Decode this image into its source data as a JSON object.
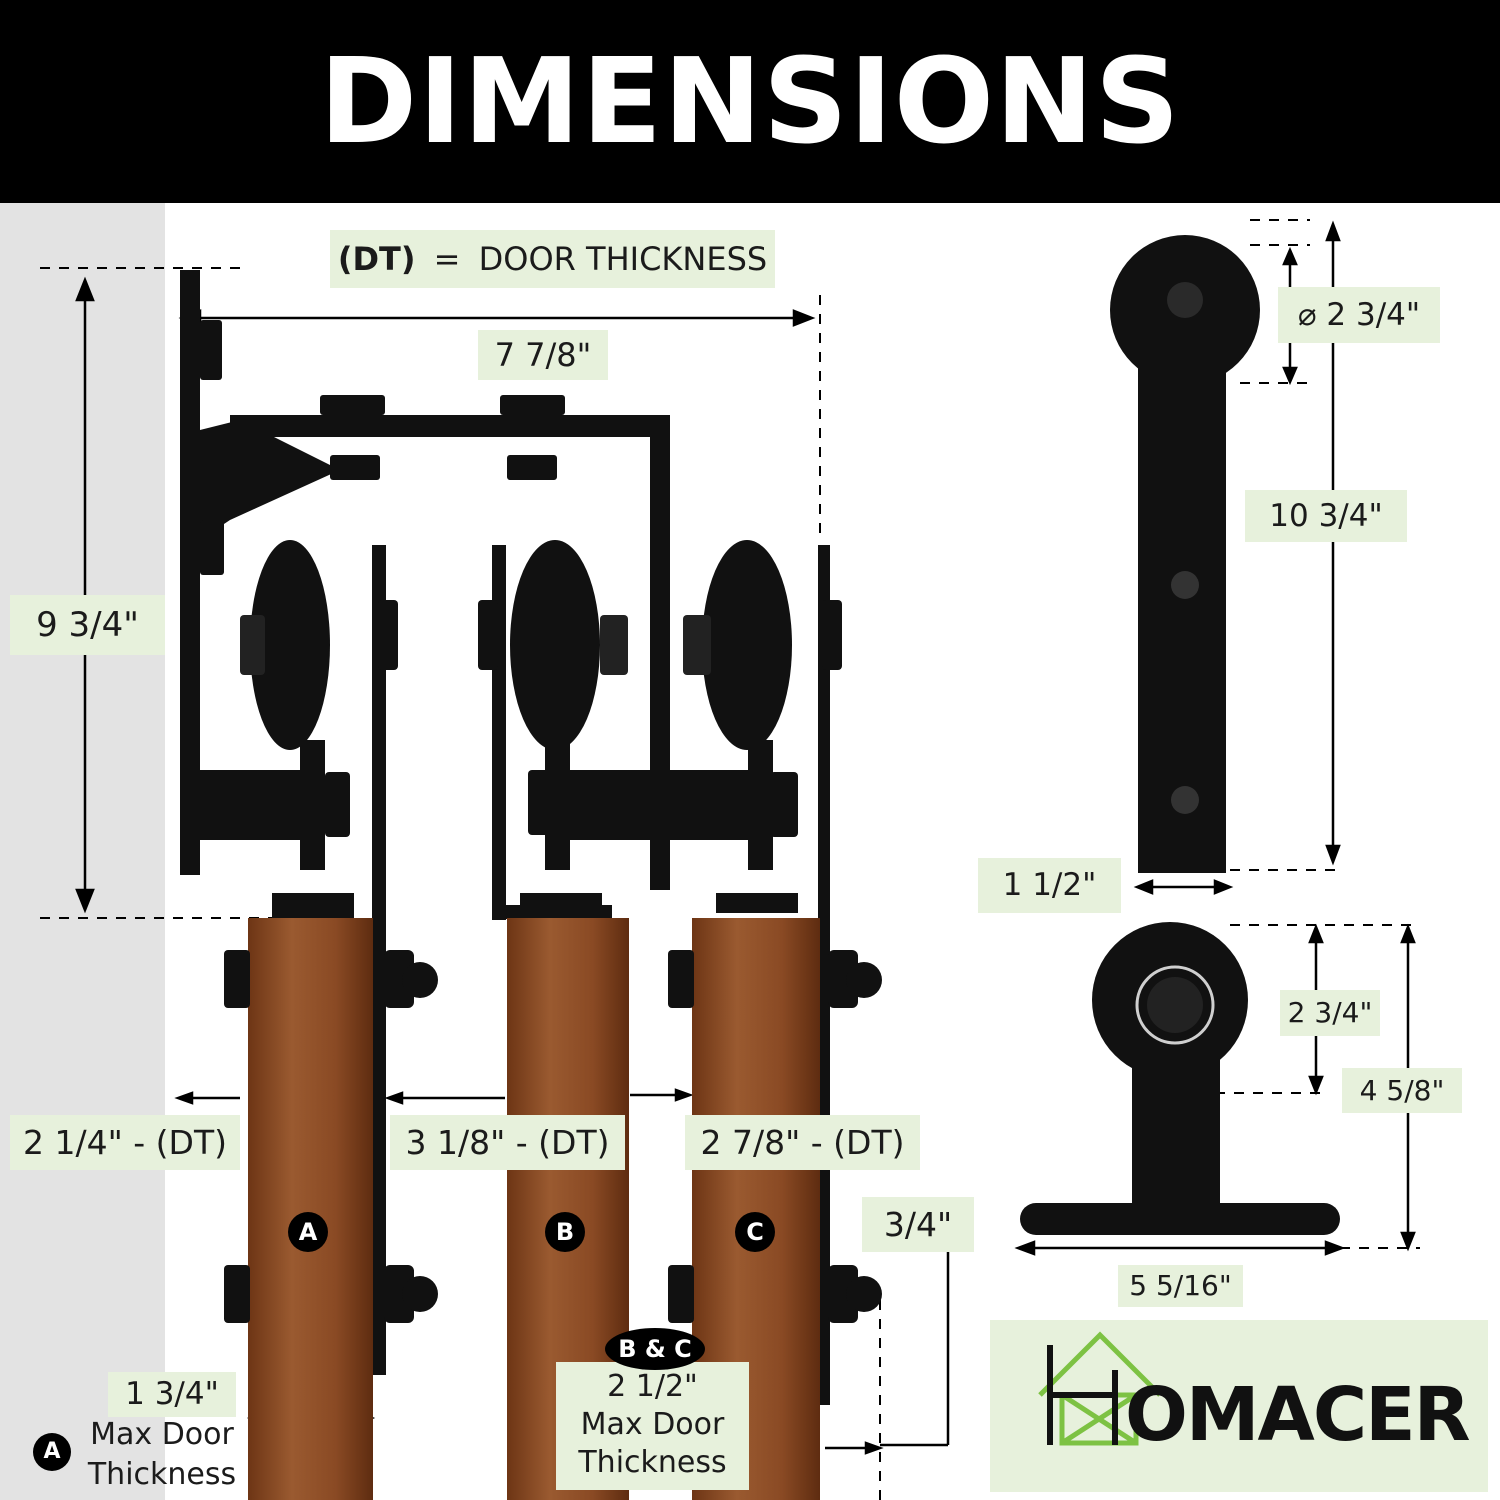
{
  "header": {
    "title": "DIMENSIONS"
  },
  "legend": {
    "dt_abbrev": "(DT)",
    "equals": "=",
    "dt_meaning": "DOOR THICKNESS"
  },
  "dimensions": {
    "bracket_width": "7 7/8\"",
    "bracket_height": "9 3/4\"",
    "gap_a": "2 1/4\" - (DT)",
    "gap_b": "3 1/8\" - (DT)",
    "gap_c": "2 7/8\" - (DT)",
    "offset": "3/4\"",
    "door_a_thickness": "1 3/4\"",
    "door_bc_thickness": "2 1/2\"",
    "wheel_diameter": "⌀ 2 3/4\"",
    "hanger_length": "10 3/4\"",
    "strap_width": "1 1/2\"",
    "guide_wheel": "2 3/4\"",
    "guide_height": "4 5/8\"",
    "guide_base": "5 5/16\""
  },
  "doors": {
    "a": "A",
    "b": "B",
    "c": "C",
    "bc": "B & C"
  },
  "notes": {
    "max_a_line1": "Max Door",
    "max_a_line2": "Thickness",
    "max_bc_line1": "Max Door",
    "max_bc_line2": "Thickness"
  },
  "brand": {
    "name": "OMACER"
  },
  "colors": {
    "label_bg": "#e7f1dc",
    "wood": "#8a4a26",
    "hardware": "#111111",
    "logo_green": "#7dc243"
  }
}
